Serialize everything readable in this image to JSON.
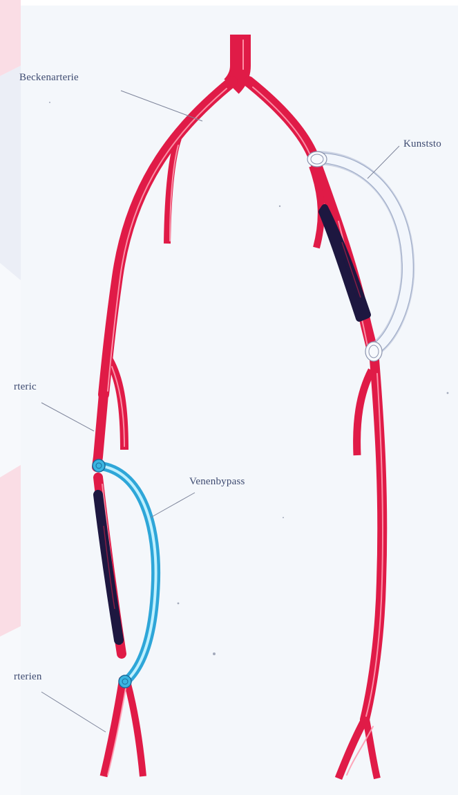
{
  "labels": {
    "beckenarterie": "Beckenarterie",
    "kunststoff": "Kunststo",
    "arterie": "rteric",
    "venenbypass": "Venenbypass",
    "arterien": "rterien"
  },
  "colors": {
    "artery": "#e01b47",
    "artery_dark": "#a90f30",
    "artery_highlight": "#ff8fa6",
    "occlusion": "#1d1740",
    "vein_graft": "#3ab5e0",
    "vein_graft_light": "#bff0ff",
    "plastic_graft": "#9aa8c4",
    "background": "#f4f7fb",
    "leader_line": "#7d849a",
    "label_text": "#3d4a70"
  }
}
